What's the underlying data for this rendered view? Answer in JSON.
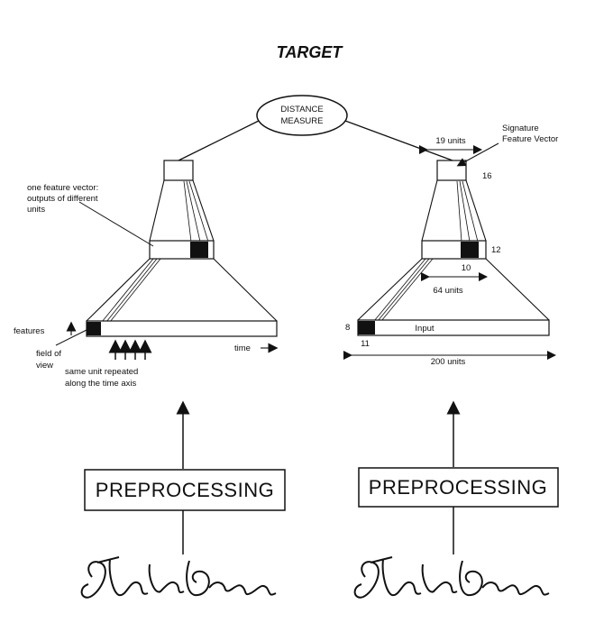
{
  "title": "TARGET",
  "distance_measure": [
    "DISTANCE",
    "MEASURE"
  ],
  "left": {
    "one_feature_vector": [
      "one feature vector:",
      "outputs of different",
      "units"
    ],
    "features": "features",
    "field_of_view": [
      "field of",
      "view"
    ],
    "time": "time",
    "same_unit": [
      "same unit repeated",
      "along the time axis"
    ],
    "preprocessing": "PREPROCESSING",
    "signature": "John Brown"
  },
  "right": {
    "signature_feature_vector": [
      "Signature",
      "Feature Vector"
    ],
    "units_19": "19 units",
    "n16": "16",
    "n12": "12",
    "n10": "10",
    "units_64": "64 units",
    "n8": "8",
    "input": "Input",
    "n11": "11",
    "units_200": "200 units",
    "preprocessing": "PREPROCESSING",
    "signature": "John Brown"
  }
}
